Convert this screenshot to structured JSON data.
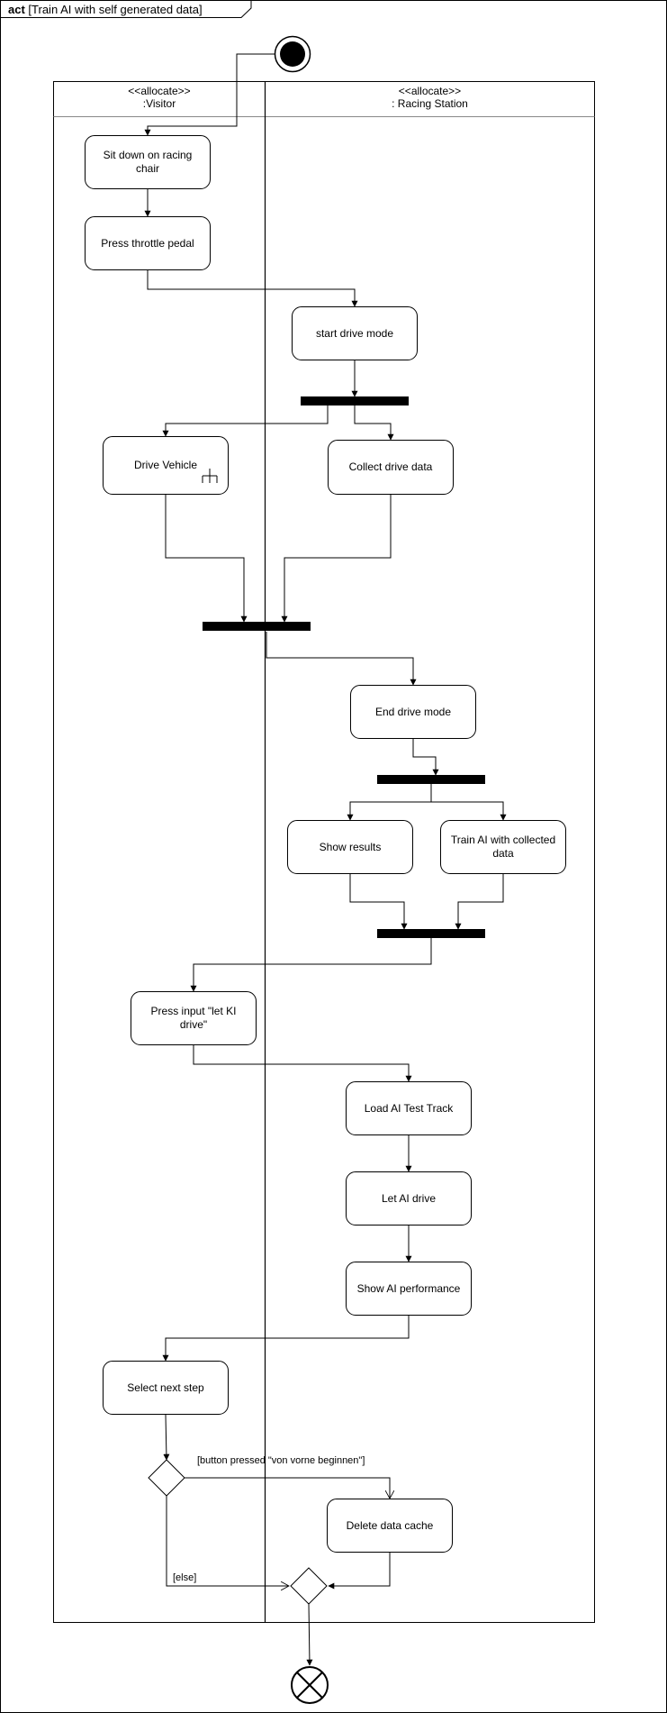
{
  "frame": {
    "keyword": "act",
    "name": "[Train AI with self generated data]"
  },
  "lanes": [
    {
      "stereotype": "<<allocate>>",
      "name": ":Visitor"
    },
    {
      "stereotype": "<<allocate>>",
      "name": ": Racing Station"
    }
  ],
  "actions": {
    "sit_down": "Sit down on racing chair",
    "press_throttle": "Press throttle pedal",
    "start_drive": "start drive mode",
    "drive_vehicle": "Drive Vehicle",
    "collect_data": "Collect drive data",
    "end_drive": "End drive mode",
    "show_results": "Show results",
    "train_ai": "Train AI with collected data",
    "press_input": "Press input \"let KI drive\"",
    "load_track": "Load AI Test Track",
    "let_ai_drive": "Let AI drive",
    "show_performance": "Show AI performance",
    "select_next": "Select next step",
    "delete_cache": "Delete data cache"
  },
  "guards": {
    "restart": "[button pressed \"von vorne beginnen\"]",
    "else": "[else]"
  },
  "icons": {
    "initial": "initial-node-icon",
    "final": "activity-final-icon",
    "call_behavior": "call-behavior-rake-icon"
  }
}
